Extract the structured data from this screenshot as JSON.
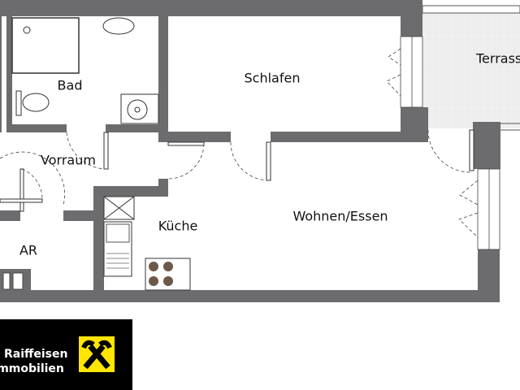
{
  "rooms": {
    "bad": "Bad",
    "schlafen": "Schlafen",
    "vorraum": "Vorraum",
    "kueche": "Küche",
    "wohnen": "Wohnen/Essen",
    "ar": "AR",
    "terrasse": "Terrasse"
  },
  "logo": {
    "line1": "Raiffeisen",
    "line2": "Immobilien",
    "mark_color": "#ffe600"
  },
  "colors": {
    "wall": "#6c6c6e",
    "terrace": "#eeeeee"
  }
}
